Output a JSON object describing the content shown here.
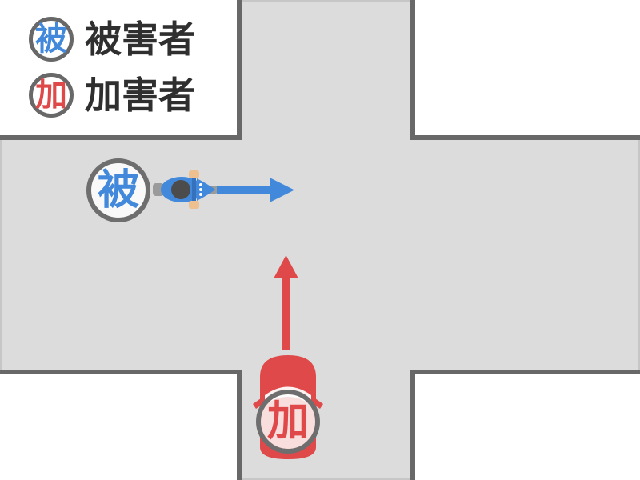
{
  "legend": {
    "items": [
      {
        "symbol": "被",
        "term": "被害者",
        "color": "#4289db"
      },
      {
        "symbol": "加",
        "term": "加害者",
        "color": "#df4949"
      }
    ]
  },
  "actors": {
    "victim": {
      "symbol": "被",
      "vehicle": "motorcycle",
      "direction": "right",
      "color": "#4289db"
    },
    "offender": {
      "symbol": "加",
      "vehicle": "car",
      "direction": "up",
      "color": "#df4949"
    }
  },
  "colors": {
    "road": "#dcdcdc",
    "block": "#ffffff",
    "block_border": "#686868",
    "badge_ring": "#6e6e6e",
    "frame": "#c6c6c6"
  }
}
